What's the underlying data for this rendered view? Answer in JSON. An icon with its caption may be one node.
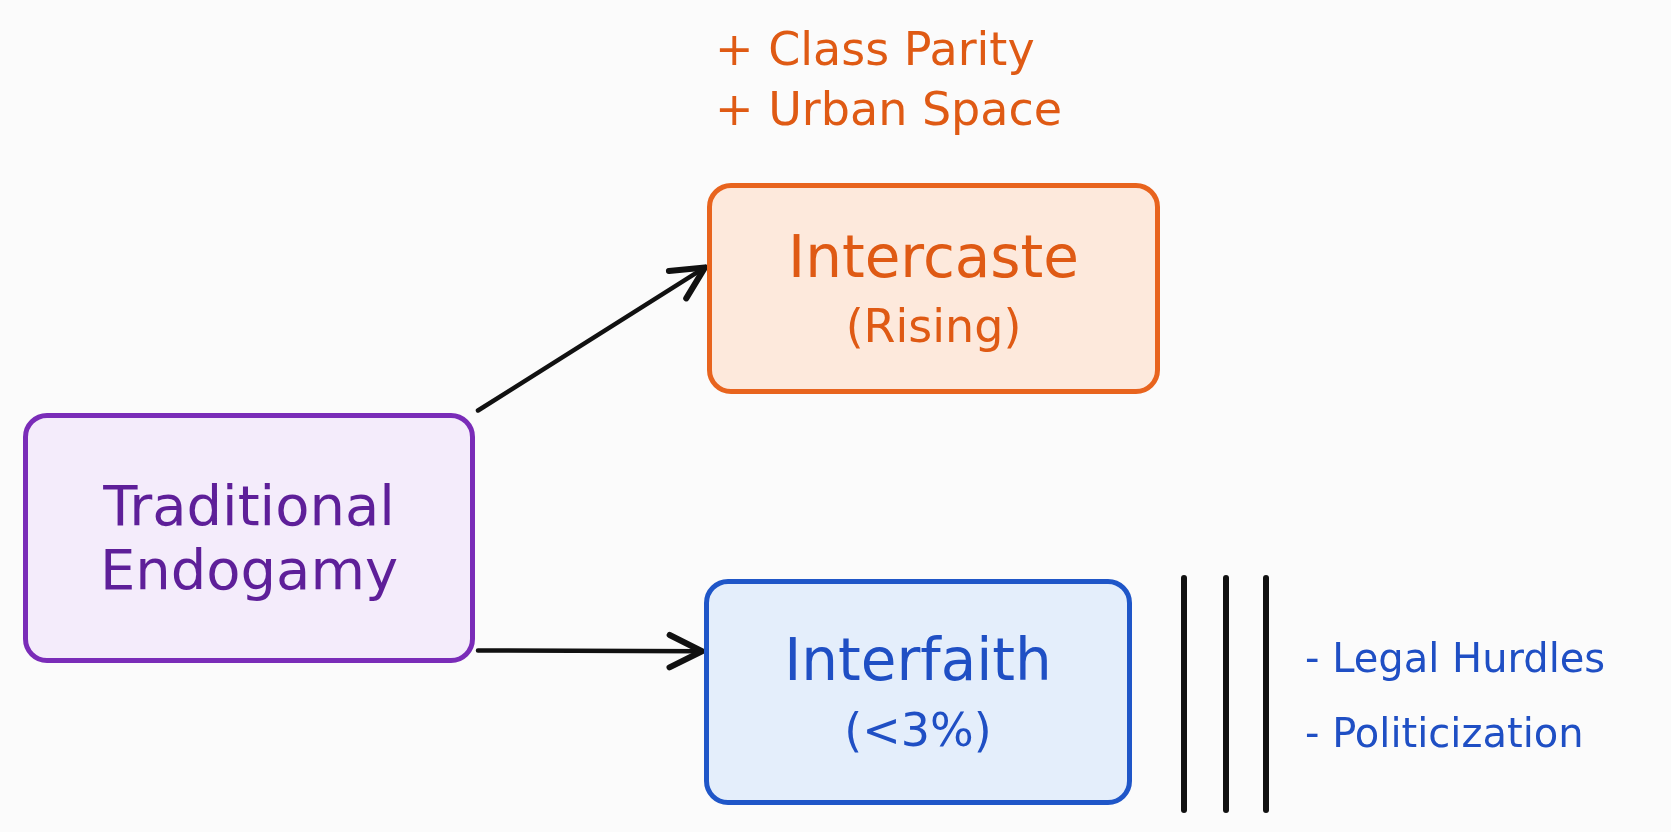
{
  "diagram": {
    "nodes": [
      {
        "text": [
          "Traditional Endogamy"
        ]
      },
      {
        "text": [
          "Intercaste",
          "(Rising)"
        ],
        "beside": [
          "+ Class Parity",
          "+ Urban Space"
        ]
      },
      {
        "text": [
          "Interfaith",
          "(<3%)"
        ]
      }
    ],
    "edges": [
      {
        "from": 0,
        "to": 1,
        "arrow": "to"
      },
      {
        "from": 0,
        "to": 2,
        "arrow": "to"
      }
    ],
    "labels": [
      "- Legal Hurdles",
      "- Politicization"
    ]
  }
}
